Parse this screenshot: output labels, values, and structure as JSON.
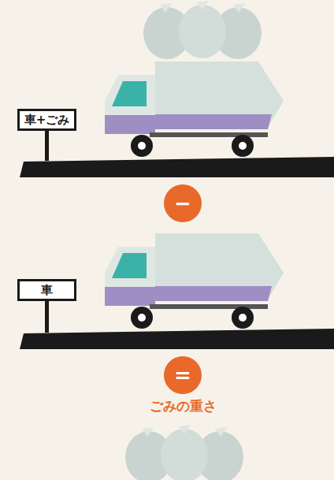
{
  "diagram": {
    "nodes": [
      {
        "text": [
          "車+ごみ"
        ]
      },
      {
        "text": [
          "−"
        ]
      },
      {
        "text": [
          "車"
        ]
      },
      {
        "text": [
          "="
        ]
      }
    ],
    "labels": [
      "ごみの重さ"
    ]
  }
}
